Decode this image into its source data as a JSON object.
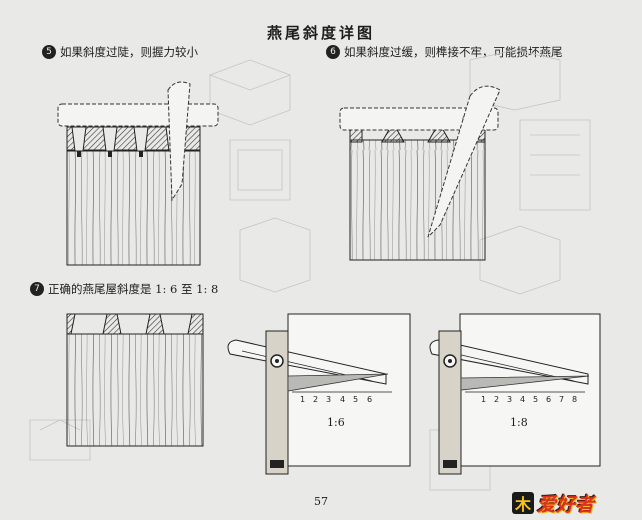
{
  "page": {
    "title": "燕尾斜度详图",
    "page_number": "57"
  },
  "captions": [
    {
      "number": "5",
      "text": "如果斜度过陡，则握力较小"
    },
    {
      "number": "6",
      "text": "如果斜度过缓，则榫接不牢，可能损坏燕尾"
    },
    {
      "number": "7",
      "text": "正确的燕尾屋斜度是 1: 6 至 1: 8"
    }
  ],
  "gauges": [
    {
      "ratio_label": "1:6",
      "scale_numbers": [
        "1",
        "2",
        "3",
        "4",
        "5",
        "6"
      ]
    },
    {
      "ratio_label": "1:8",
      "scale_numbers": [
        "1",
        "2",
        "3",
        "4",
        "5",
        "6",
        "7",
        "8"
      ]
    }
  ],
  "watermark": {
    "logo_char": "木",
    "text": "爱好者"
  }
}
